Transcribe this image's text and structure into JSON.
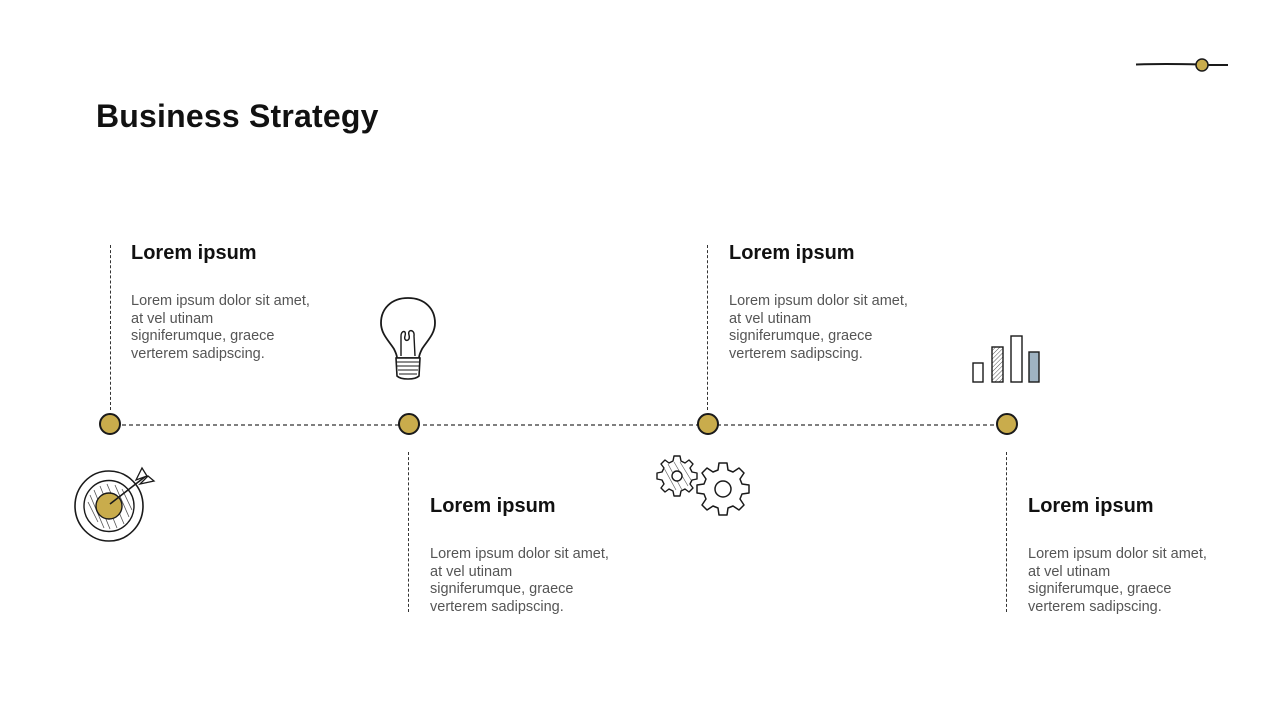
{
  "slide": {
    "title": "Business Strategy"
  },
  "colors": {
    "accent": "#c9ac4c",
    "accent_blue": "#9fb3c2",
    "line": "#1a1a1a",
    "body_text": "#555555"
  },
  "steps": [
    {
      "title": "Lorem ipsum",
      "description": "Lorem ipsum dolor sit amet, at vel utinam signiferumque, graece verterem sadipscing.",
      "icon": "target-icon"
    },
    {
      "title": "Lorem ipsum",
      "description": "Lorem ipsum dolor sit amet, at vel utinam signiferumque, graece verterem sadipscing.",
      "icon": "lightbulb-icon"
    },
    {
      "title": "Lorem ipsum",
      "description": "Lorem ipsum dolor sit amet, at vel utinam signiferumque, graece verterem sadipscing.",
      "icon": "gears-icon"
    },
    {
      "title": "Lorem ipsum",
      "description": "Lorem ipsum dolor sit amet, at vel utinam signiferumque, graece verterem sadipscing.",
      "icon": "bar-chart-icon"
    }
  ]
}
